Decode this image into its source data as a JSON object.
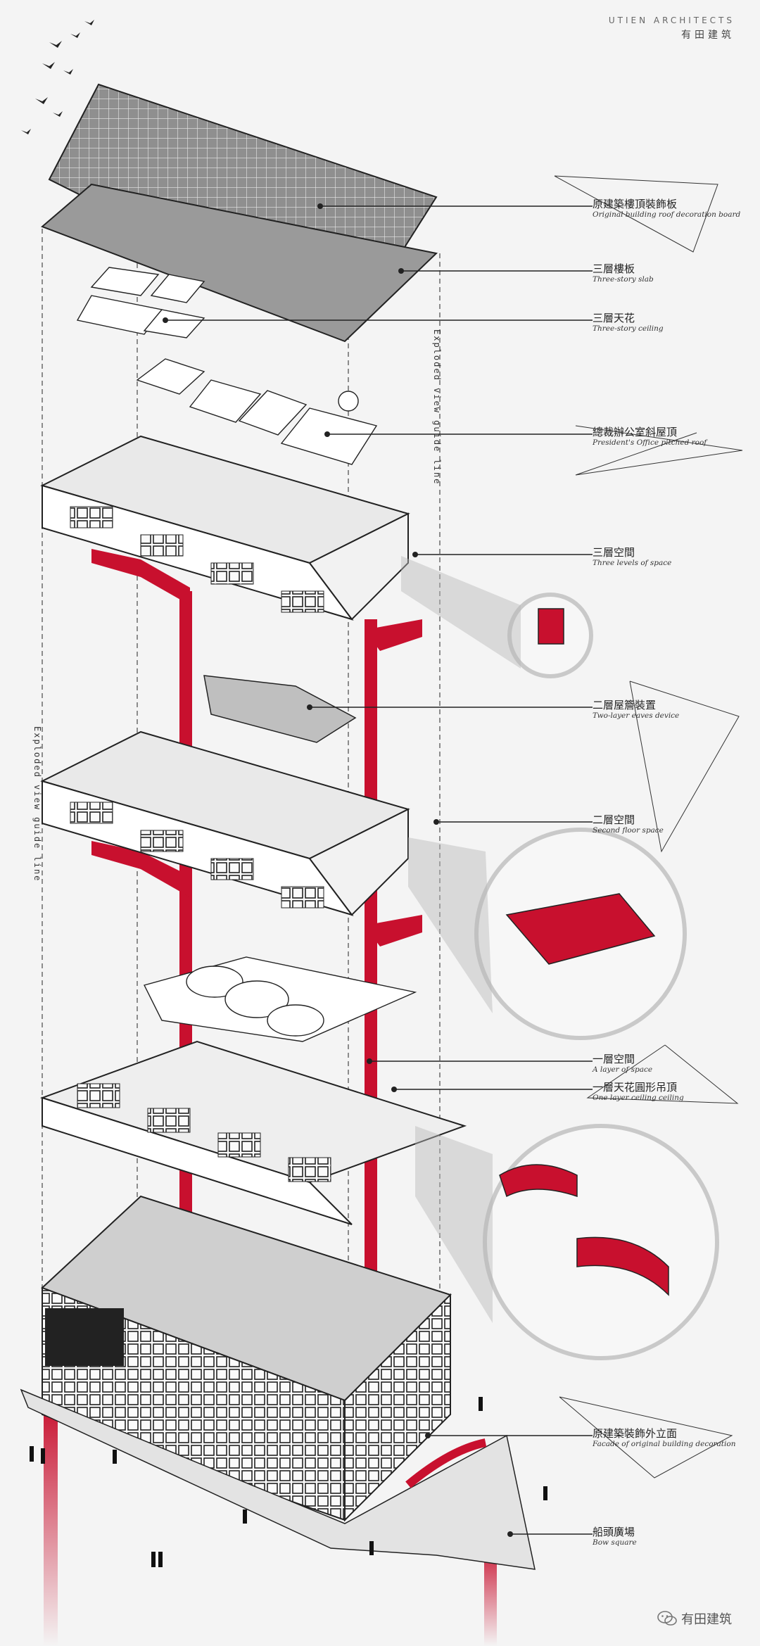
{
  "brand": {
    "en": "UTIEN ARCHITECTS",
    "zh": "有田建筑"
  },
  "guide_lines": {
    "label": "Exploded view guide line"
  },
  "labels": [
    {
      "zh": "原建築樓頂裝飾板",
      "en": "Original building roof decoration board"
    },
    {
      "zh": "三層樓板",
      "en": "Three-story slab"
    },
    {
      "zh": "三層天花",
      "en": "Three-story ceiling"
    },
    {
      "zh": "總裁辦公室斜屋頂",
      "en": "President's Office pitched roof"
    },
    {
      "zh": "三層空間",
      "en": "Three levels of space"
    },
    {
      "zh": "二層屋簷裝置",
      "en": "Two-layer eaves device"
    },
    {
      "zh": "二層空間",
      "en": "Second floor space"
    },
    {
      "zh": "一層空間",
      "en": "A layer of space"
    },
    {
      "zh": "一層天花圓形吊頂",
      "en": "One layer ceiling ceiling"
    },
    {
      "zh": "原建築裝飾外立面",
      "en": "Facade of original building decoration"
    },
    {
      "zh": "船頭廣場",
      "en": "Bow square"
    }
  ],
  "watermark": {
    "text": "有田建筑",
    "icon": "wechat-icon"
  },
  "colors": {
    "accent_red": "#c8102e",
    "line": "#333333",
    "slab": "#9a9a9a"
  }
}
